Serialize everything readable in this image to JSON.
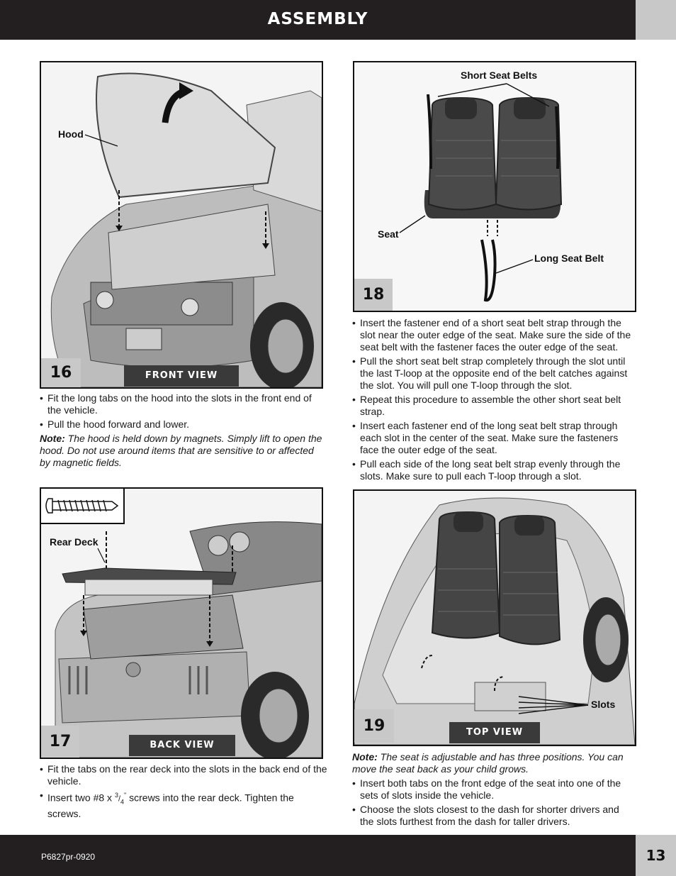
{
  "header": {
    "title": "ASSEMBLY"
  },
  "footer": {
    "code": "P6827pr-0920",
    "page_number": "13"
  },
  "step16": {
    "number": "16",
    "view_label": "FRONT VIEW",
    "callouts": {
      "hood": "Hood"
    },
    "bullets": [
      "Fit the long tabs on the hood into the slots in the front end of the vehicle.",
      "Pull the hood forward and lower."
    ],
    "note_label": "Note:",
    "note_text": "The hood is held down by magnets. Simply lift to open the hood. Do not use around items that are sensitive to or affected by magnetic fields."
  },
  "step17": {
    "number": "17",
    "view_label": "BACK VIEW",
    "callouts": {
      "rear_deck": "Rear Deck"
    },
    "bullets": [
      "Fit the tabs on the rear deck into the slots in the back end of the vehicle."
    ],
    "screw_text_prefix": "Insert two #8 x ",
    "screw_fraction_num": "3",
    "screw_fraction_den": "4",
    "screw_fraction_unit": "\"",
    "screw_text_suffix": " screws into the rear deck. Tighten the screws."
  },
  "step18": {
    "number": "18",
    "callouts": {
      "short_seat_belts": "Short Seat Belts",
      "seat": "Seat",
      "long_seat_belt": "Long Seat Belt"
    },
    "bullets": [
      "Insert the fastener end of a short seat belt strap through the slot near the outer edge of the seat. Make sure the side of the seat belt with the fastener faces the outer edge of the seat.",
      "Pull the short seat belt strap completely through the slot until the last T-loop at the opposite end of the belt catches against the slot. You will pull one T-loop through the slot.",
      "Repeat this procedure to assemble the other short seat belt strap.",
      "Insert each fastener end of the long seat belt strap through each slot in the center of the seat. Make sure the fasteners face the outer edge of the seat.",
      "Pull each side of the long seat belt strap evenly through the slots. Make sure to pull each T-loop through a slot."
    ]
  },
  "step19": {
    "number": "19",
    "view_label": "TOP VIEW",
    "callouts": {
      "slots": "Slots"
    },
    "note_label": "Note:",
    "note_text": "The seat is adjustable and has three positions. You can move the seat back as your child grows.",
    "bullets": [
      "Insert both tabs on the front edge of the seat into one of the sets of slots inside the vehicle.",
      "Choose the slots closest to the dash for shorter drivers and the slots furthest from the dash for taller drivers."
    ]
  },
  "colors": {
    "bar": "#231f20",
    "tab_gray": "#c8c8c8",
    "label_bg": "#3a3a3a"
  }
}
